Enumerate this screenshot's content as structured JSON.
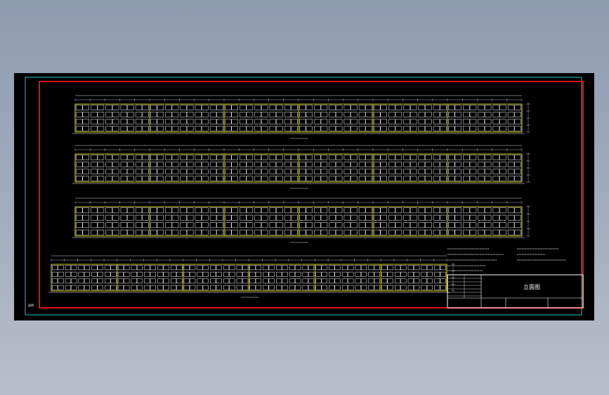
{
  "colors": {
    "background_top": "#8e9bb0",
    "sheet": "#000000",
    "outer_border": "#21c6c6",
    "frame": "#e01010",
    "window": "#f0f000",
    "line": "#ffffff",
    "dim": "#d8d8d8"
  },
  "drawing": {
    "elevations": [
      {
        "rows": 4,
        "bays": 30
      },
      {
        "rows": 4,
        "bays": 30
      },
      {
        "rows": 4,
        "bays": 30
      },
      {
        "rows": 4,
        "bays": 30
      }
    ]
  },
  "title_block": {
    "drawing_title": "立面图",
    "notes_label": "说明"
  }
}
